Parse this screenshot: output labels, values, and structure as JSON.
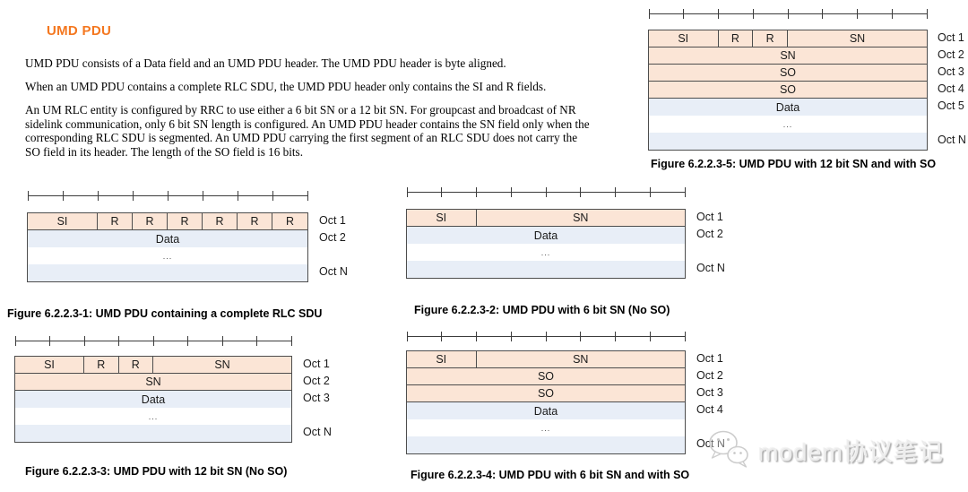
{
  "title": "UMD PDU",
  "paragraphs": {
    "p1": "UMD PDU consists of a Data field and an UMD PDU header. The UMD PDU header is byte aligned.",
    "p2": "When an UMD PDU contains a complete RLC SDU, the UMD PDU header only contains the SI and R fields.",
    "p3_lines": [
      "An UM RLC entity is configured by RRC to use either a 6 bit SN or a 12 bit SN. For groupcast and broadcast of NR",
      "sidelink communication, only 6 bit SN length is configured. An UMD PDU header contains the SN field only when the",
      "corresponding RLC SDU is segmented. An UMD PDU carrying the first segment of an RLC SDU does not carry the",
      "SO field in its header. The length of the SO field is 16 bits."
    ]
  },
  "figures": {
    "fig1": {
      "caption": "Figure 6.2.2.3-1: UMD PDU containing a complete RLC SDU",
      "row1": [
        "SI",
        "R",
        "R",
        "R",
        "R",
        "R",
        "R"
      ],
      "data_label": "Data",
      "dots": "...",
      "oct_labels": [
        "Oct 1",
        "Oct 2",
        "",
        "Oct N"
      ]
    },
    "fig2": {
      "caption": "Figure 6.2.2.3-2: UMD PDU with 6 bit SN (No SO)",
      "row1": [
        "SI",
        "SN"
      ],
      "data_label": "Data",
      "dots": "...",
      "oct_labels": [
        "Oct 1",
        "Oct 2",
        "",
        "Oct N"
      ]
    },
    "fig3": {
      "caption": "Figure 6.2.2.3-3: UMD PDU with 12 bit SN (No SO)",
      "row1": [
        "SI",
        "R",
        "R",
        "SN"
      ],
      "row2": "SN",
      "data_label": "Data",
      "dots": "...",
      "oct_labels": [
        "Oct 1",
        "Oct 2",
        "Oct 3",
        "",
        "Oct N"
      ]
    },
    "fig4": {
      "caption": "Figure 6.2.2.3-4: UMD PDU with 6 bit SN and with SO",
      "row1": [
        "SI",
        "SN"
      ],
      "row2": "SO",
      "row3": "SO",
      "data_label": "Data",
      "dots": "...",
      "oct_labels": [
        "Oct 1",
        "Oct 2",
        "Oct 3",
        "Oct 4",
        "",
        "Oct N"
      ]
    },
    "fig5": {
      "caption": "Figure 6.2.2.3-5: UMD PDU with 12 bit SN and with SO",
      "row1": [
        "SI",
        "R",
        "R",
        "SN"
      ],
      "row2": "SN",
      "row3": "SO",
      "row4": "SO",
      "data_label": "Data",
      "dots": "...",
      "oct_labels": [
        "Oct 1",
        "Oct 2",
        "Oct 3",
        "Oct 4",
        "Oct 5",
        "",
        "Oct N"
      ]
    }
  },
  "watermark": {
    "text": "modem协议笔记",
    "icon": "wechat-logo-icon"
  },
  "colors": {
    "header_fill": "#FBE5D6",
    "data_fill": "#E8EEF7",
    "stripe_white": "#FFFFFF",
    "border": "#4D4D4D",
    "title_orange": "#F4771F",
    "watermark_gray": "#CFCFCF"
  }
}
